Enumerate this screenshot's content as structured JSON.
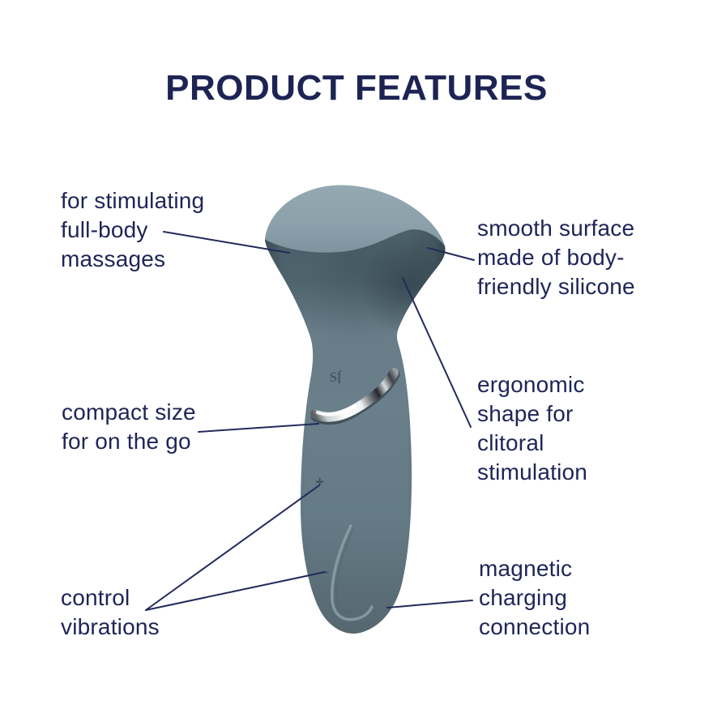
{
  "title": "PRODUCT FEATURES",
  "colors": {
    "navy": "#1e2557",
    "background": "#ffffff",
    "body_grey": "#657d88",
    "head_grey": "#8da2ac",
    "head_shadow_grey": "#50656f",
    "chrome_silver": "#eef1f2"
  },
  "product": {
    "name": "mini wand massager",
    "logo_text": "Sf",
    "plus_label": "+",
    "minus_label": "−"
  },
  "callouts": [
    {
      "id": "full-body-massages",
      "side": "left",
      "lines": [
        "for stimulating",
        "full-body",
        "massages"
      ]
    },
    {
      "id": "smooth-surface",
      "side": "right",
      "lines": [
        "smooth surface",
        "made of body-",
        "friendly silicone"
      ]
    },
    {
      "id": "compact-size",
      "side": "left",
      "lines": [
        "compact size",
        "for on the go"
      ]
    },
    {
      "id": "ergonomic-shape",
      "side": "right",
      "lines": [
        "ergonomic",
        "shape for",
        "clitoral",
        "stimulation"
      ]
    },
    {
      "id": "control-vibrations",
      "side": "left",
      "lines": [
        "control",
        "vibrations"
      ]
    },
    {
      "id": "magnetic-charging",
      "side": "right",
      "lines": [
        "magnetic",
        "charging",
        "connection"
      ]
    }
  ]
}
